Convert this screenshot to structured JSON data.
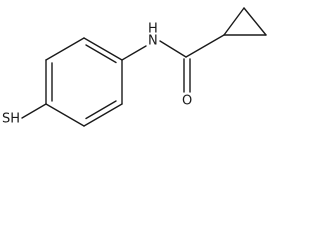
{
  "molecule": {
    "atoms": {
      "thiol": "SH",
      "amide_nitrogen": "N",
      "amide_hydrogen": "H",
      "carbonyl_oxygen": "O"
    }
  }
}
